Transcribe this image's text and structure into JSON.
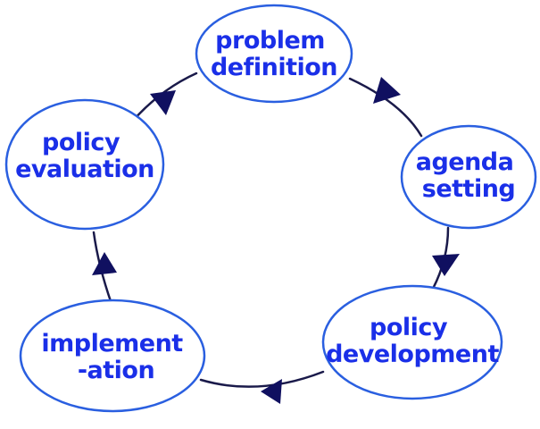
{
  "colors": {
    "ellipse_stroke": "#2a5fe0",
    "ellipse_fill": "#ffffff",
    "text": "#1a2fe8",
    "cycle_line": "#1a1a4a",
    "arrow": "#101060"
  },
  "nodes": [
    {
      "id": "problem-definition",
      "lines": [
        "problem",
        "definition"
      ]
    },
    {
      "id": "agenda-setting",
      "lines": [
        "agenda",
        "setting"
      ]
    },
    {
      "id": "policy-development",
      "lines": [
        "policy",
        "development"
      ]
    },
    {
      "id": "implementation",
      "lines": [
        "implement",
        "-ation"
      ]
    },
    {
      "id": "policy-evaluation",
      "lines": [
        "policy",
        "evaluation"
      ]
    }
  ]
}
